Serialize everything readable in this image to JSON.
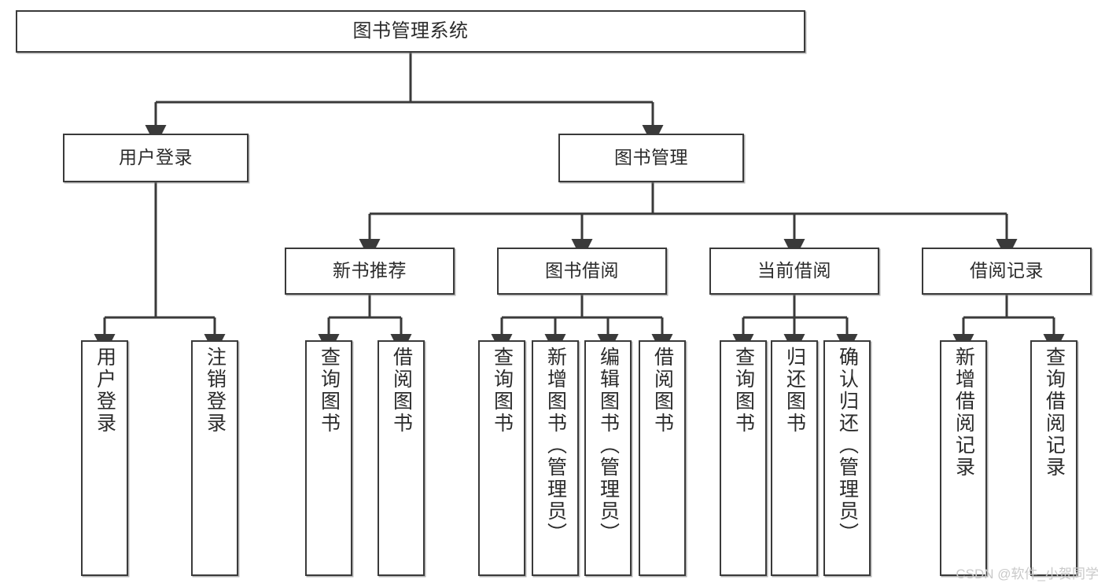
{
  "diagram": {
    "title": "图书管理系统",
    "type": "hierarchy-tree",
    "line_color": "#3a3a3a",
    "box_fill": "#ffffff",
    "text_color": "#2b2b2b",
    "root": {
      "label": "图书管理系统"
    },
    "level2": [
      {
        "label": "用户登录"
      },
      {
        "label": "图书管理"
      }
    ],
    "level3": [
      {
        "label": "新书推荐"
      },
      {
        "label": "图书借阅"
      },
      {
        "label": "当前借阅"
      },
      {
        "label": "借阅记录"
      }
    ],
    "leaves": [
      {
        "label": "用户登录",
        "parent": "用户登录"
      },
      {
        "label": "注销登录",
        "parent": "用户登录"
      },
      {
        "label": "查询图书",
        "parent": "新书推荐"
      },
      {
        "label": "借阅图书",
        "parent": "新书推荐"
      },
      {
        "label": "查询图书",
        "parent": "图书借阅"
      },
      {
        "label": "新增图书（管理员）",
        "parent": "图书借阅"
      },
      {
        "label": "编辑图书（管理员）",
        "parent": "图书借阅"
      },
      {
        "label": "借阅图书",
        "parent": "图书借阅"
      },
      {
        "label": "查询图书",
        "parent": "当前借阅"
      },
      {
        "label": "归还图书",
        "parent": "当前借阅"
      },
      {
        "label": "确认归还（管理员）",
        "parent": "当前借阅"
      },
      {
        "label": "新增借阅记录",
        "parent": "借阅记录"
      },
      {
        "label": "查询借阅记录",
        "parent": "借阅记录"
      }
    ]
  },
  "watermark": {
    "text": "CSDN @软件_小贺同学",
    "color": "#c9c9c9"
  }
}
